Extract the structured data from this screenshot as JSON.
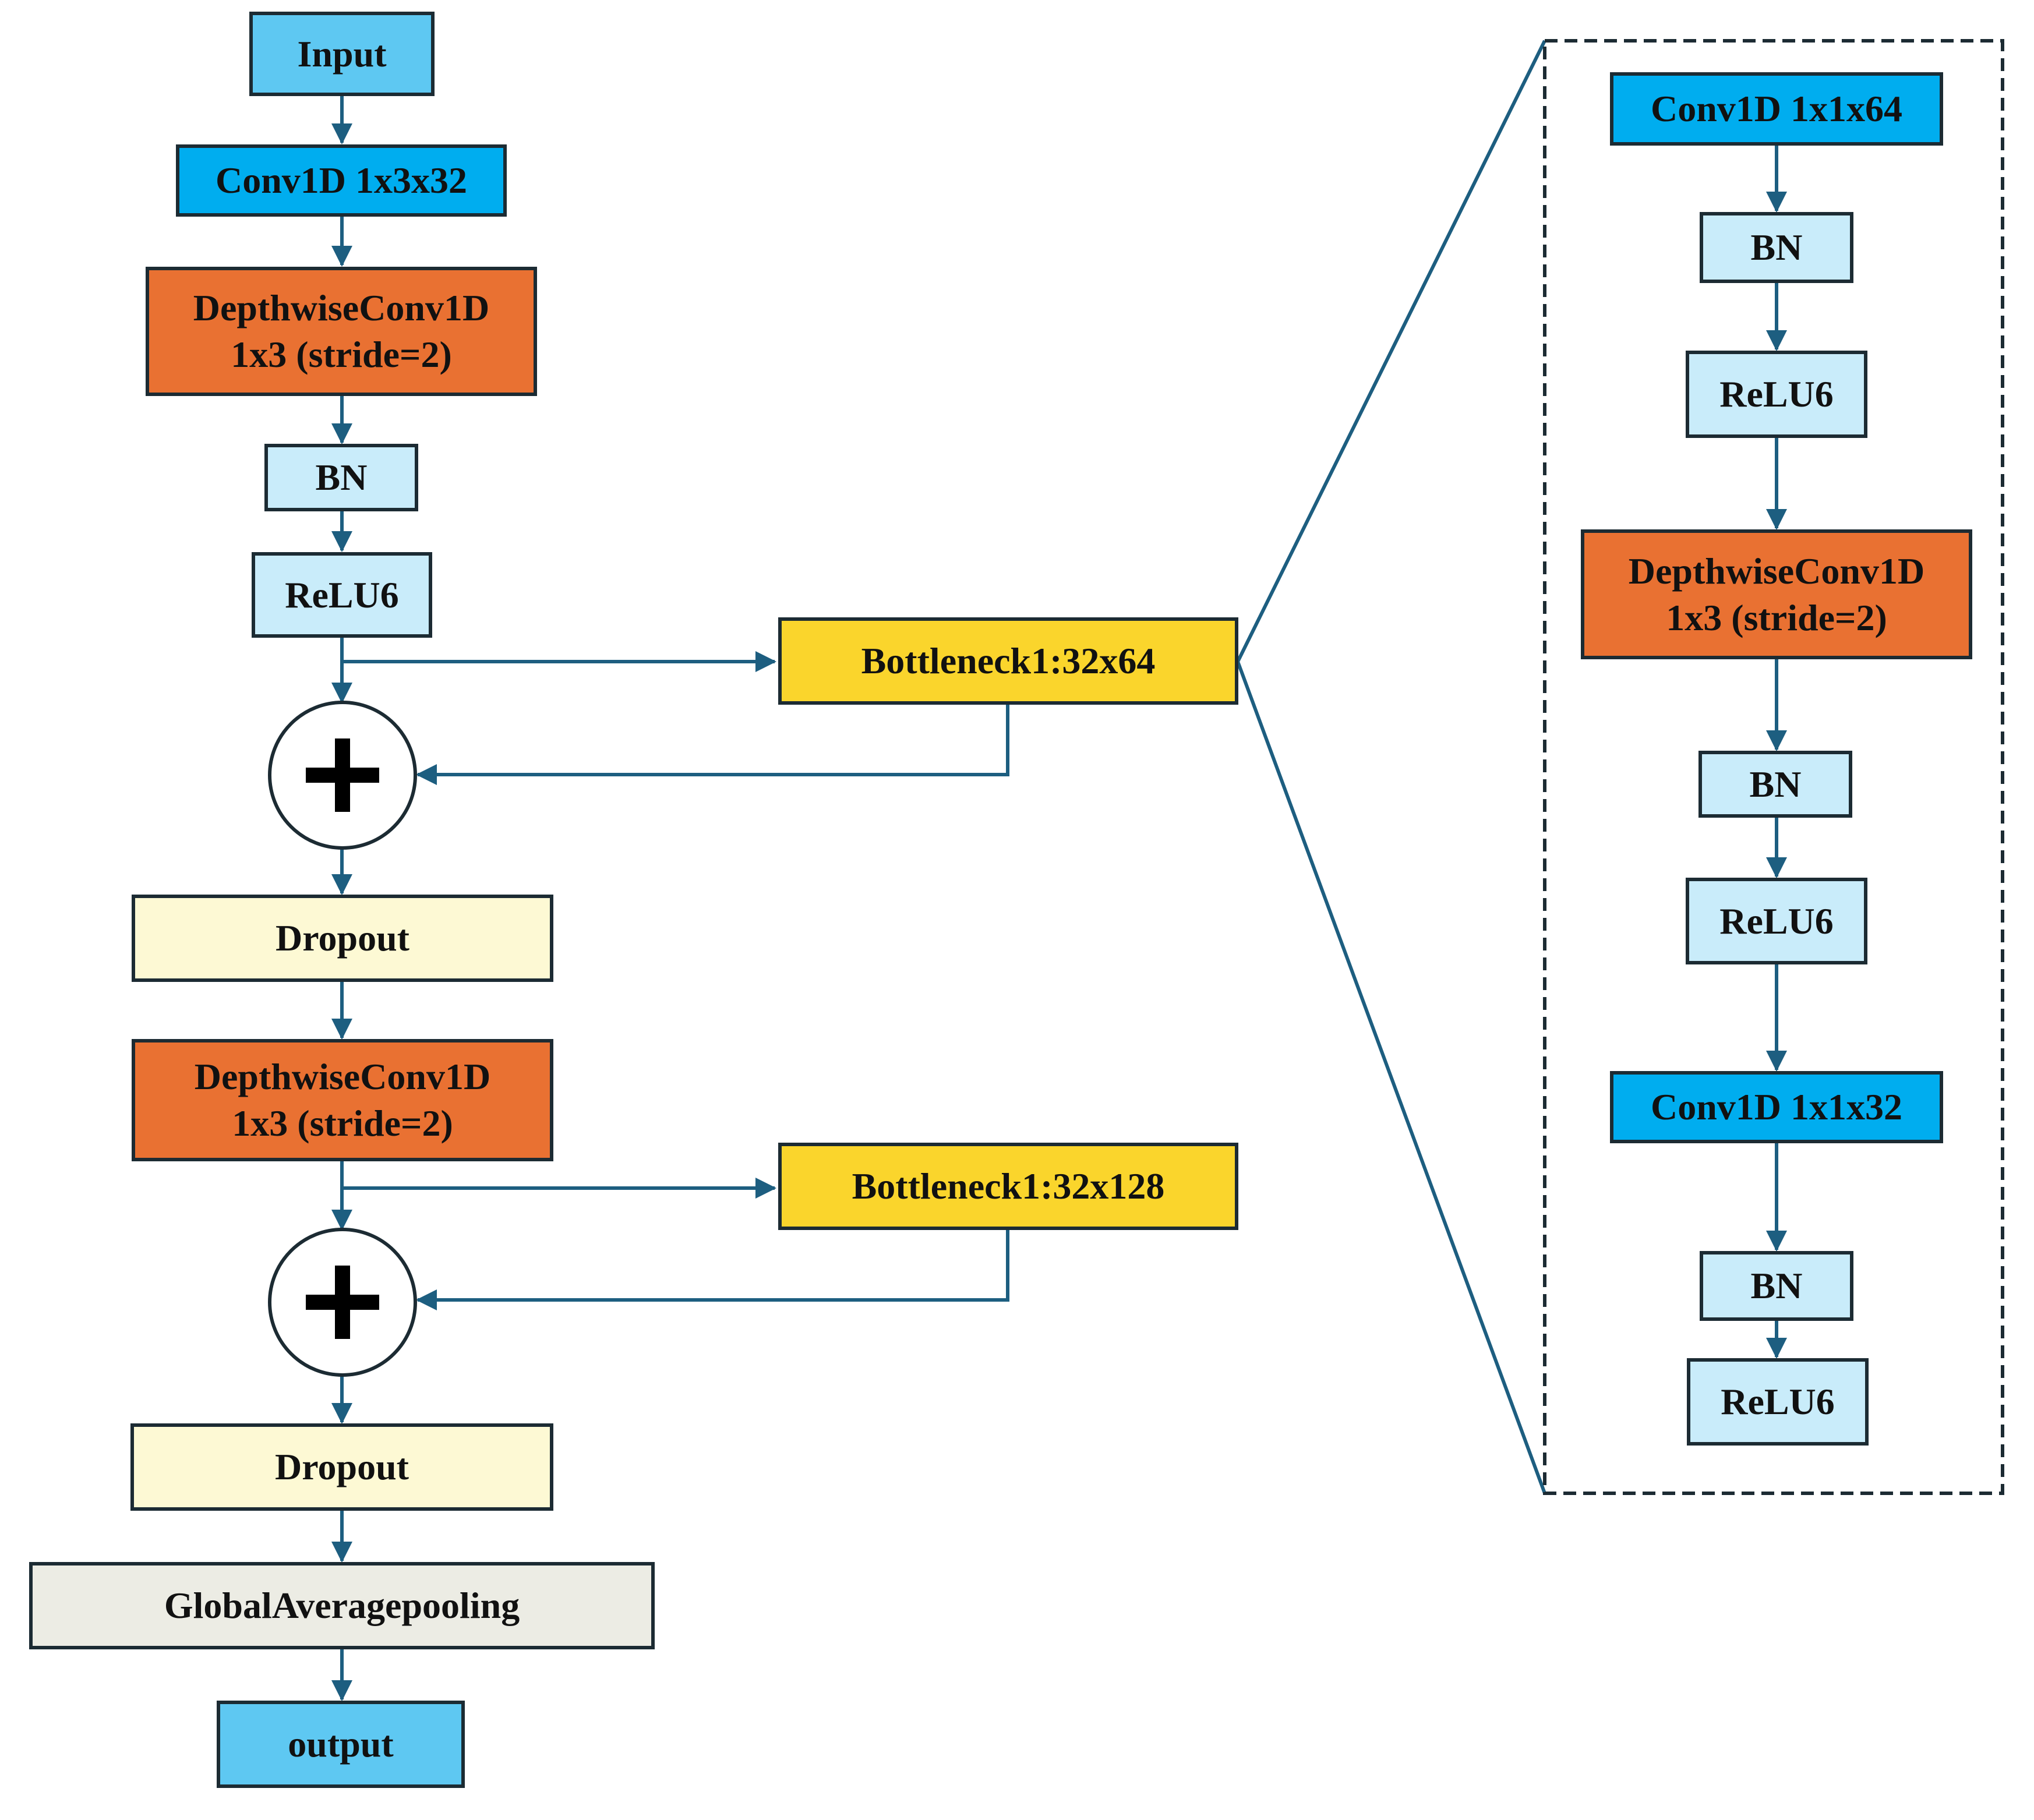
{
  "colors": {
    "input_output": "#5ec8f2",
    "conv": "#00adef",
    "depthwise": "#e97132",
    "bn_relu": "#c9ecfa",
    "dropout": "#fdf9d4",
    "bottleneck": "#fad52c",
    "pooling": "#ececE4",
    "arrow": "#1d5e80",
    "border": "#1c2b33"
  },
  "main": {
    "input": "Input",
    "conv1": "Conv1D 1x3x32",
    "dw1_line1": "DepthwiseConv1D",
    "dw1_line2": "1x3 (stride=2)",
    "bn1": "BN",
    "relu1": "ReLU6",
    "add1_icon": "plus-icon",
    "dropout1": "Dropout",
    "dw2_line1": "DepthwiseConv1D",
    "dw2_line2": "1x3 (stride=2)",
    "add2_icon": "plus-icon",
    "dropout2": "Dropout",
    "gap": "GlobalAveragepooling",
    "output": "output"
  },
  "branches": {
    "bottleneck1": "Bottleneck1:32x64",
    "bottleneck2": "Bottleneck1:32x128"
  },
  "detail": {
    "conv_expand": "Conv1D 1x1x64",
    "bn1": "BN",
    "relu1": "ReLU6",
    "dw_line1": "DepthwiseConv1D",
    "dw_line2": "1x3 (stride=2)",
    "bn2": "BN",
    "relu2": "ReLU6",
    "conv_project": "Conv1D 1x1x32",
    "bn3": "BN",
    "relu3": "ReLU6"
  }
}
